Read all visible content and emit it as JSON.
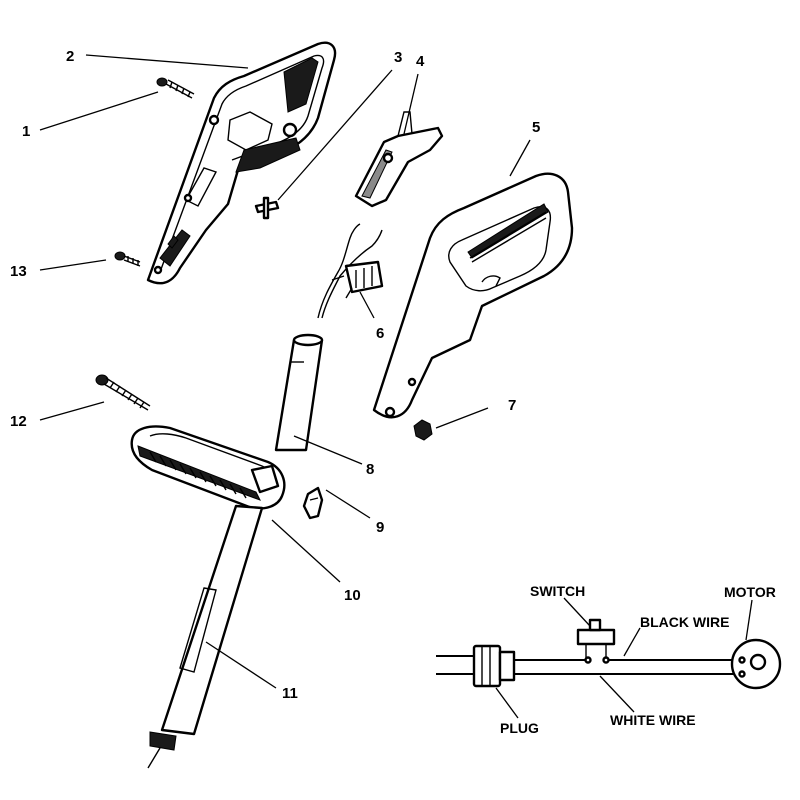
{
  "callouts": {
    "c1": "1",
    "c2": "2",
    "c3": "3",
    "c4": "4",
    "c5": "5",
    "c6": "6",
    "c7": "7",
    "c8": "8",
    "c9": "9",
    "c10": "10",
    "c11": "11",
    "c12": "12",
    "c13": "13"
  },
  "wiring": {
    "switch": "SWITCH",
    "motor": "MOTOR",
    "black_wire": "BLACK WIRE",
    "white_wire": "WHITE WIRE",
    "plug": "PLUG"
  }
}
